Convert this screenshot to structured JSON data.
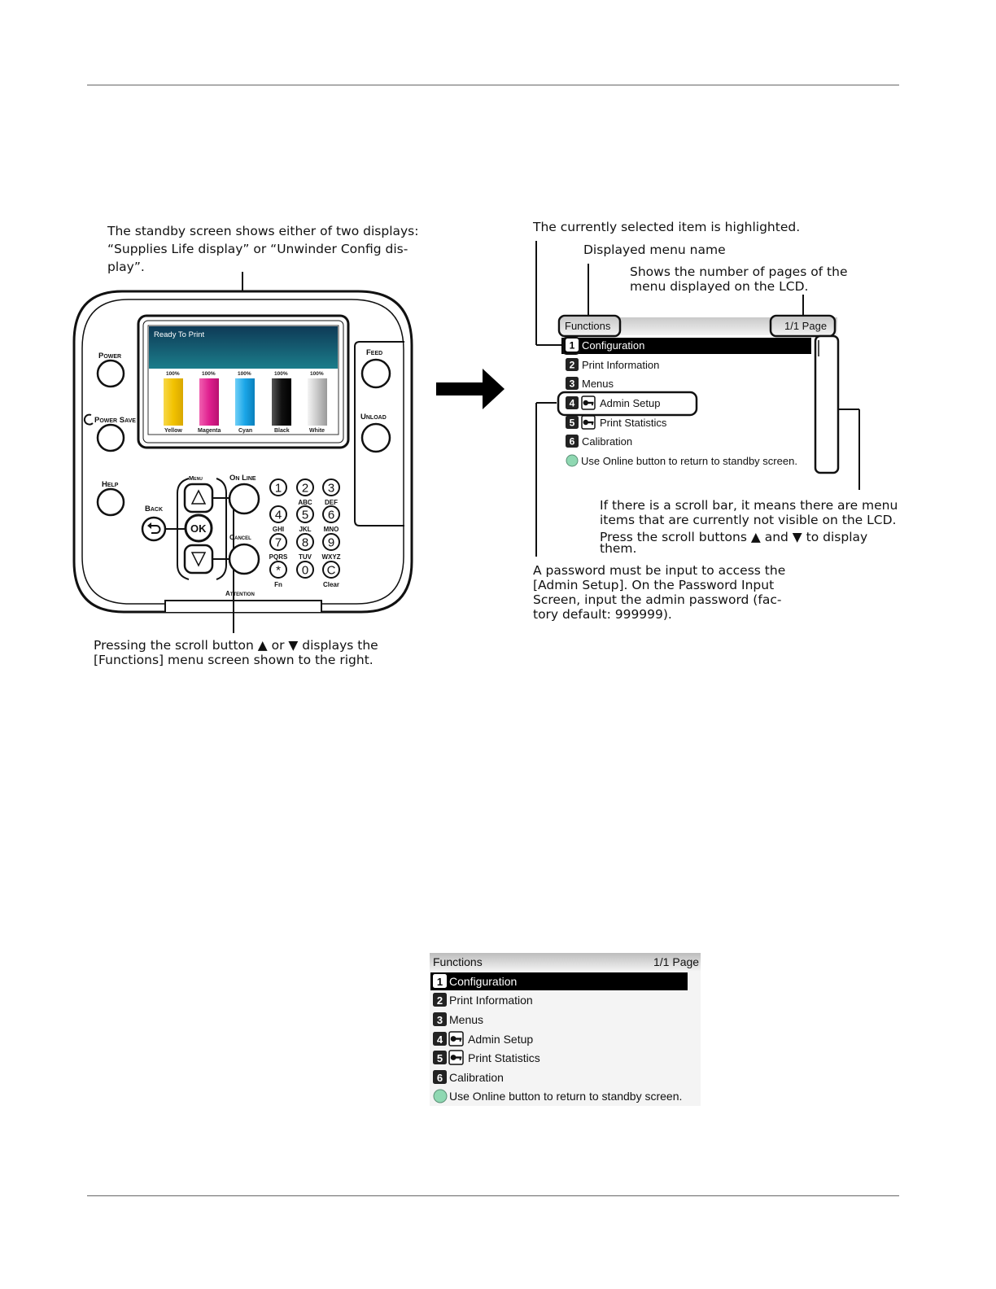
{
  "callouts": {
    "standby": [
      "The standby screen shows either of two displays:",
      "“Supplies Life display” or “Unwinder Config dis-",
      "play”."
    ],
    "scroll_press": [
      "Pressing the scroll button ▲ or ▼ displays the",
      "[Functions] menu screen shown to the right."
    ],
    "highlighted": "The currently selected item is highlighted.",
    "menu_name": "Displayed menu name",
    "pages": [
      "Shows the number of pages of the",
      "menu displayed on the LCD."
    ],
    "scrollbar": [
      "If there is a scroll bar, it means there are menu",
      "items that are currently not visible on the LCD.",
      "Press the scroll buttons ▲ and ▼ to display",
      "them."
    ],
    "password": [
      "A password must be input to access the",
      "[Admin Setup]. On the Password Input",
      "Screen, input the admin password (fac-",
      "tory default: 999999)."
    ]
  },
  "panel": {
    "buttons": {
      "power": "Power",
      "power_save": "Power Save",
      "help": "Help",
      "back": "Back",
      "menu": "Menu",
      "online": "On Line",
      "cancel": "Cancel",
      "attention": "Attention",
      "feed": "Feed",
      "unload": "Unload",
      "ok": "OK"
    },
    "lcd": {
      "status": "Ready To Print",
      "toners": [
        {
          "name": "Yellow",
          "percent": "100%",
          "color": "#f2c200"
        },
        {
          "name": "Magenta",
          "percent": "100%",
          "color": "#e0208f"
        },
        {
          "name": "Cyan",
          "percent": "100%",
          "color": "#1aa6e8"
        },
        {
          "name": "Black",
          "percent": "100%",
          "color": "#111111"
        },
        {
          "name": "White",
          "percent": "100%",
          "color": "#c8c8c8"
        }
      ]
    },
    "keypad": [
      {
        "digit": "1",
        "sub": ""
      },
      {
        "digit": "2",
        "sub": "ABC"
      },
      {
        "digit": "3",
        "sub": "DEF"
      },
      {
        "digit": "4",
        "sub": "GHI"
      },
      {
        "digit": "5",
        "sub": "JKL"
      },
      {
        "digit": "6",
        "sub": "MNO"
      },
      {
        "digit": "7",
        "sub": "PQRS"
      },
      {
        "digit": "8",
        "sub": "TUV"
      },
      {
        "digit": "9",
        "sub": "WXYZ"
      },
      {
        "digit": "*",
        "sub": "Fn"
      },
      {
        "digit": "0",
        "sub": ""
      },
      {
        "digit": "C",
        "sub": "Clear"
      }
    ]
  },
  "menu_screen": {
    "title": "Functions",
    "page": "1/1 Page",
    "items": [
      {
        "num": "1",
        "label": "Configuration",
        "key": false,
        "selected": true
      },
      {
        "num": "2",
        "label": "Print Information",
        "key": false,
        "selected": false
      },
      {
        "num": "3",
        "label": "Menus",
        "key": false,
        "selected": false
      },
      {
        "num": "4",
        "label": "Admin Setup",
        "key": true,
        "selected": false
      },
      {
        "num": "5",
        "label": "Print Statistics",
        "key": true,
        "selected": false
      },
      {
        "num": "6",
        "label": "Calibration",
        "key": false,
        "selected": false
      }
    ],
    "footer": "Use Online button to return to standby screen."
  }
}
